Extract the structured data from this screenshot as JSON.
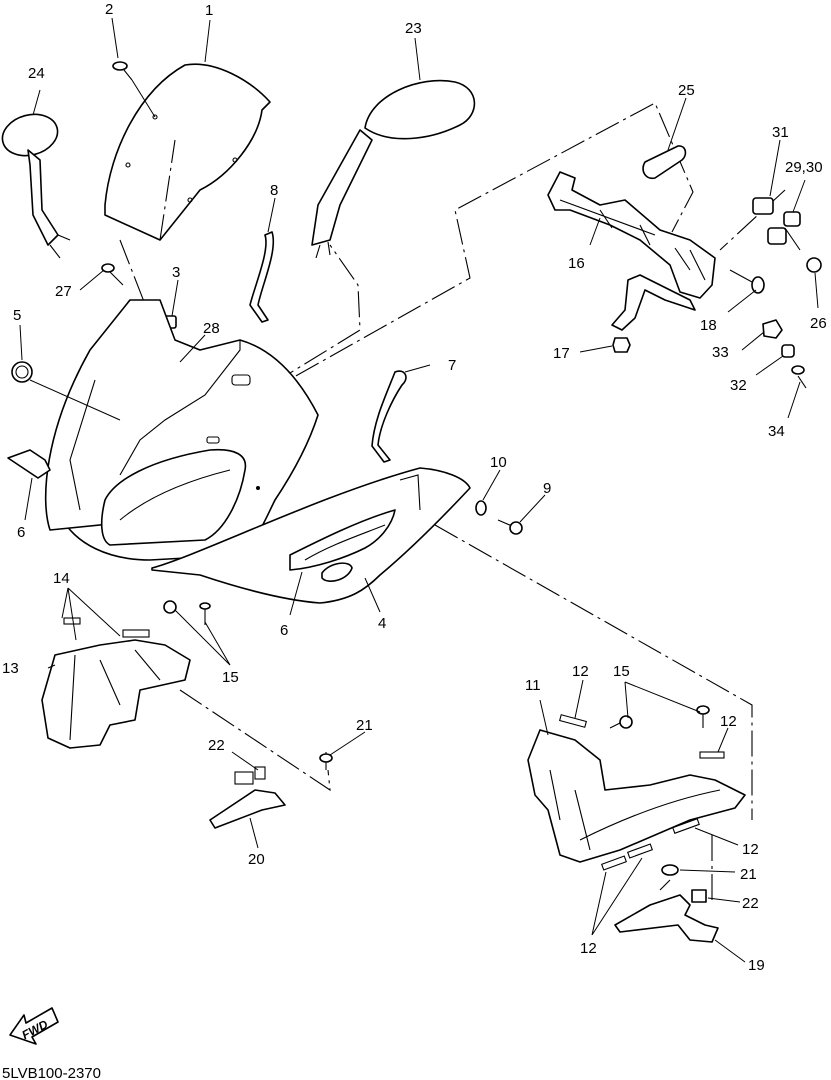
{
  "labels": {
    "p1": "1",
    "p2": "2",
    "p3": "3",
    "p4": "4",
    "p5": "5",
    "p6a": "6",
    "p6b": "6",
    "p7": "7",
    "p8": "8",
    "p9": "9",
    "p10": "10",
    "p11": "11",
    "p12a": "12",
    "p12b": "12",
    "p12c": "12",
    "p12d": "12",
    "p13": "13",
    "p14": "14",
    "p15a": "15",
    "p15b": "15",
    "p16": "16",
    "p17": "17",
    "p18": "18",
    "p19": "19",
    "p20": "20",
    "p21a": "21",
    "p21b": "21",
    "p22a": "22",
    "p22b": "22",
    "p23": "23",
    "p24": "24",
    "p25": "25",
    "p26": "26",
    "p27": "27",
    "p28": "28",
    "p2930": "29,30",
    "p31": "31",
    "p32": "32",
    "p33": "33",
    "p34": "34"
  },
  "fwd": "FWD",
  "diagram_code": "5LVB100-2370"
}
